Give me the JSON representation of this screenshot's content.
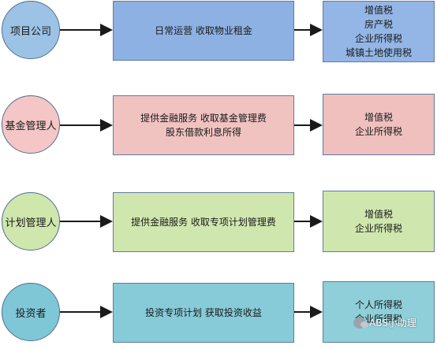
{
  "rows": [
    {
      "entity": "项目公司",
      "activity": [
        "日常运营 收取物业租金"
      ],
      "taxes": [
        "增值税",
        "房产税",
        "企业所得税",
        "城镇土地使用税"
      ],
      "colors": {
        "entity": "#9cc3e6",
        "activity": "#8eb1e3",
        "tax": "#93b6e6"
      }
    },
    {
      "entity": "基金管理人",
      "activity": [
        "提供金融服务 收取基金管理费",
        "股东借款利息所得"
      ],
      "taxes": [
        "增值税",
        "企业所得税"
      ],
      "colors": {
        "entity": "#f4c6c6",
        "activity": "#f0c3c1",
        "tax": "#efc0be"
      }
    },
    {
      "entity": "计划管理人",
      "activity": [
        "提供金融服务 收取专项计划管理费"
      ],
      "taxes": [
        "增值税",
        "企业所得税"
      ],
      "colors": {
        "entity": "#cfe6ad",
        "activity": "#cfe7ae",
        "tax": "#cfe7ae"
      }
    },
    {
      "entity": "投资者",
      "activity": [
        "投资专项计划 获取投资收益"
      ],
      "taxes": [
        "个人所得税",
        "企业所得税"
      ],
      "colors": {
        "entity": "#7fc7d6",
        "activity": "#86cbd7",
        "tax": "#8ecfd9"
      }
    }
  ],
  "watermark": {
    "text": "ABS小助理",
    "icon": "wechat-icon"
  }
}
